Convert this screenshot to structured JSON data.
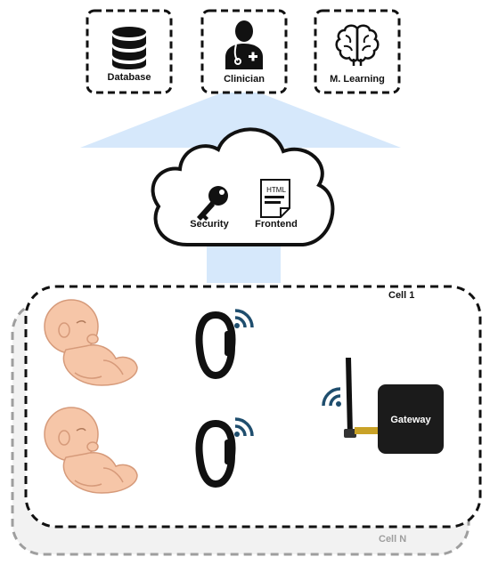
{
  "services": [
    {
      "label": "Database",
      "icon": "database-icon"
    },
    {
      "label": "Clinician",
      "icon": "clinician-icon"
    },
    {
      "label": "M. Learning",
      "icon": "brain-icon"
    }
  ],
  "cloud": {
    "security_label": "Security",
    "frontend_label": "Frontend",
    "html_badge": "HTML"
  },
  "cells": {
    "cell_1_label": "Cell 1",
    "cell_n_label": "Cell N"
  },
  "gateway": {
    "label": "Gateway"
  },
  "colors": {
    "arrow_fill": "#d6e8fb",
    "wifi": "#1f4e6e",
    "gateway_body": "#1b1b1b",
    "cell_n_border": "#9e9e9e",
    "fetus_skin": "#f6c6a8"
  }
}
